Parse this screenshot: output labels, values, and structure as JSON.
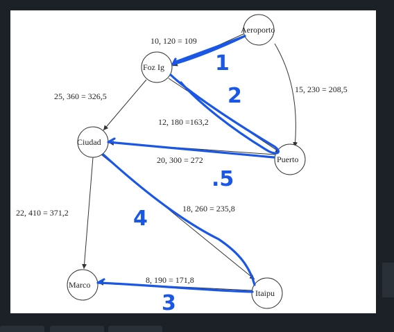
{
  "colors": {
    "background": "#1c2128",
    "canvas": "#ffffff",
    "ink": "#1a57e6",
    "lines": "#333333"
  },
  "nodes": [
    {
      "id": "aeroporto",
      "label": "Aeroporto"
    },
    {
      "id": "fozig",
      "label": "Foz Ig"
    },
    {
      "id": "ciudad",
      "label": "Ciudad"
    },
    {
      "id": "puerto",
      "label": "Puerto"
    },
    {
      "id": "marco",
      "label": "Marco"
    },
    {
      "id": "itaipu",
      "label": "Itaipu"
    }
  ],
  "edges": [
    {
      "from": "aeroporto",
      "to": "fozig",
      "label": "10, 120 = 109"
    },
    {
      "from": "aeroporto",
      "to": "puerto",
      "label": "15, 230 = 208,5"
    },
    {
      "from": "fozig",
      "to": "ciudad",
      "label": "25, 360 = 326,5"
    },
    {
      "from": "fozig",
      "to": "puerto",
      "label": "12, 180 =163,2"
    },
    {
      "from": "puerto",
      "to": "ciudad",
      "label": "20, 300 = 272"
    },
    {
      "from": "ciudad",
      "to": "marco",
      "label": "22, 410 = 371,2"
    },
    {
      "from": "ciudad",
      "to": "itaipu",
      "label": "18, 260 = 235,8"
    },
    {
      "from": "itaipu",
      "to": "marco",
      "label": "8, 190 = 171,8"
    }
  ],
  "annotations": [
    "1",
    "2",
    "3",
    "4",
    ".5"
  ]
}
